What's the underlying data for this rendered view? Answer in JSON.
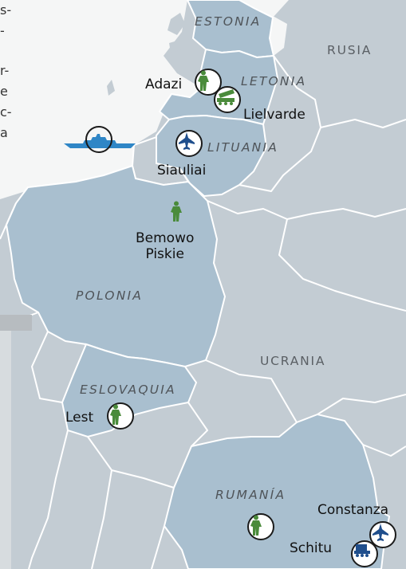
{
  "countries": {
    "estonia": "ESTONIA",
    "letonia": "LETONIA",
    "lituania": "LITUANIA",
    "polonia": "POLONIA",
    "eslovaquia": "ESLOVAQUIA",
    "rumania": "RUMANÍA",
    "rusia": "RUSIA",
    "ucrania": "UCRANIA"
  },
  "cities": {
    "adazi": "Adazi",
    "lielvarde": "Lielvarde",
    "siauliai": "Siauliai",
    "bemowo_line1": "Bemowo",
    "bemowo_line2": "Piskie",
    "lest": "Lest",
    "constanza": "Constanza",
    "schitu": "Schitu"
  },
  "side_text_fragments": [
    "s-",
    "-",
    "r-",
    "e",
    "c-",
    "a"
  ],
  "colors": {
    "sea": "#f5f6f6",
    "land": "#c3ccd3",
    "highlight": "#a9bfcf",
    "border": "#ffffff",
    "troop_green": "#4a8b3b",
    "aircraft_blue": "#1f4e8c",
    "ship_blue": "#2f86c6",
    "marker_outline": "#1b1b1b"
  },
  "icons": {
    "troops": "soldier-icon",
    "air_defense": "missile-launcher-icon",
    "aircraft": "fighter-jet-icon",
    "naval": "warship-icon"
  }
}
